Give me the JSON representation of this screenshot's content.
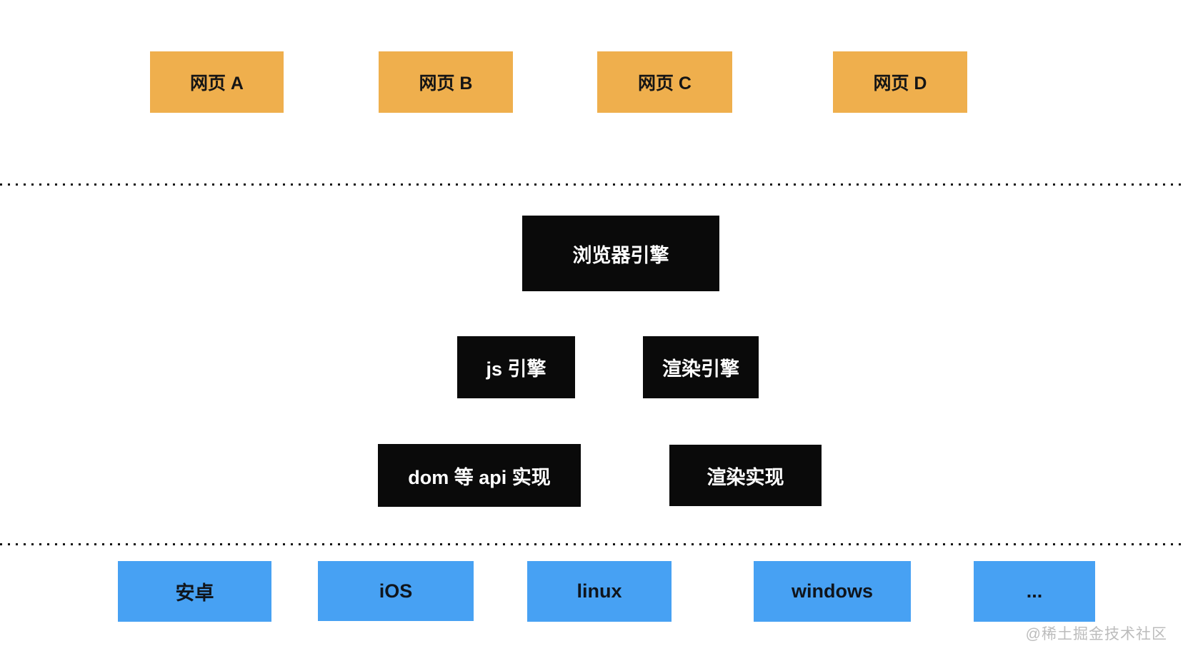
{
  "diagram": {
    "webpage_layer": {
      "items": [
        {
          "label": "网页 A"
        },
        {
          "label": "网页 B"
        },
        {
          "label": "网页 C"
        },
        {
          "label": "网页 D"
        }
      ]
    },
    "engine_layer": {
      "browser_engine": {
        "label": "浏览器引擎"
      },
      "js_engine": {
        "label": "js 引擎"
      },
      "render_engine": {
        "label": "渲染引擎"
      },
      "dom_api_impl": {
        "label": "dom 等 api 实现"
      },
      "render_impl": {
        "label": "渲染实现"
      }
    },
    "platform_layer": {
      "items": [
        {
          "label": "安卓"
        },
        {
          "label": "iOS"
        },
        {
          "label": "linux"
        },
        {
          "label": "windows"
        },
        {
          "label": "..."
        }
      ]
    },
    "watermark": "@稀土掘金技术社区",
    "colors": {
      "webpage_box": "#efaf4d",
      "engine_box": "#0a0a0a",
      "platform_box": "#47a1f3",
      "dotted_line": "#111111",
      "watermark_text": "#bcbcbc"
    }
  }
}
